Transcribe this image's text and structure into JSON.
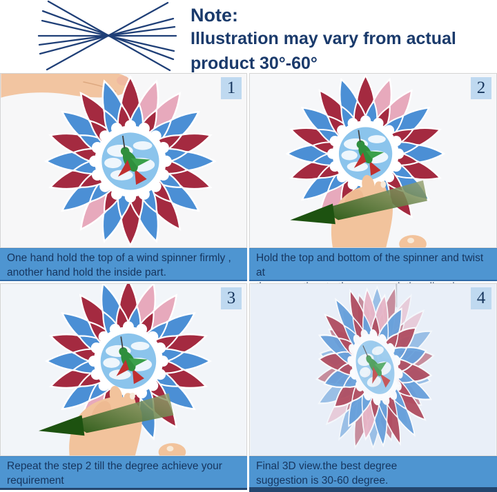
{
  "note": {
    "title": "Note:",
    "line1": "Illustration may vary from actual",
    "line2": "product 30°-60°"
  },
  "colors": {
    "note_text": "#1a3a6b",
    "caption_background": "#4e95d1",
    "caption_text": "#16355e",
    "badge_background": "#bfd9f0",
    "badge_text": "#17365d",
    "line_art": "#1f3f77",
    "arrow_green": "#1d5210",
    "bottom_strip_navy": "#24466f"
  },
  "panels": [
    {
      "number": "1",
      "caption_lines": [
        "One hand hold the top of a wind spinner firmly ,",
        "another hand hold the inside part."
      ]
    },
    {
      "number": "2",
      "caption_lines": [
        "Hold the top and bottom of the spinner and twist at",
        "the same time to the arrow pointing direction."
      ]
    },
    {
      "number": "3",
      "caption_lines": [
        "Repeat the step 2 till the degree achieve your",
        "requirement"
      ]
    },
    {
      "number": "4",
      "caption_lines": [
        "Final 3D view.the best degree",
        "suggestion is 30-60 degree."
      ]
    }
  ]
}
